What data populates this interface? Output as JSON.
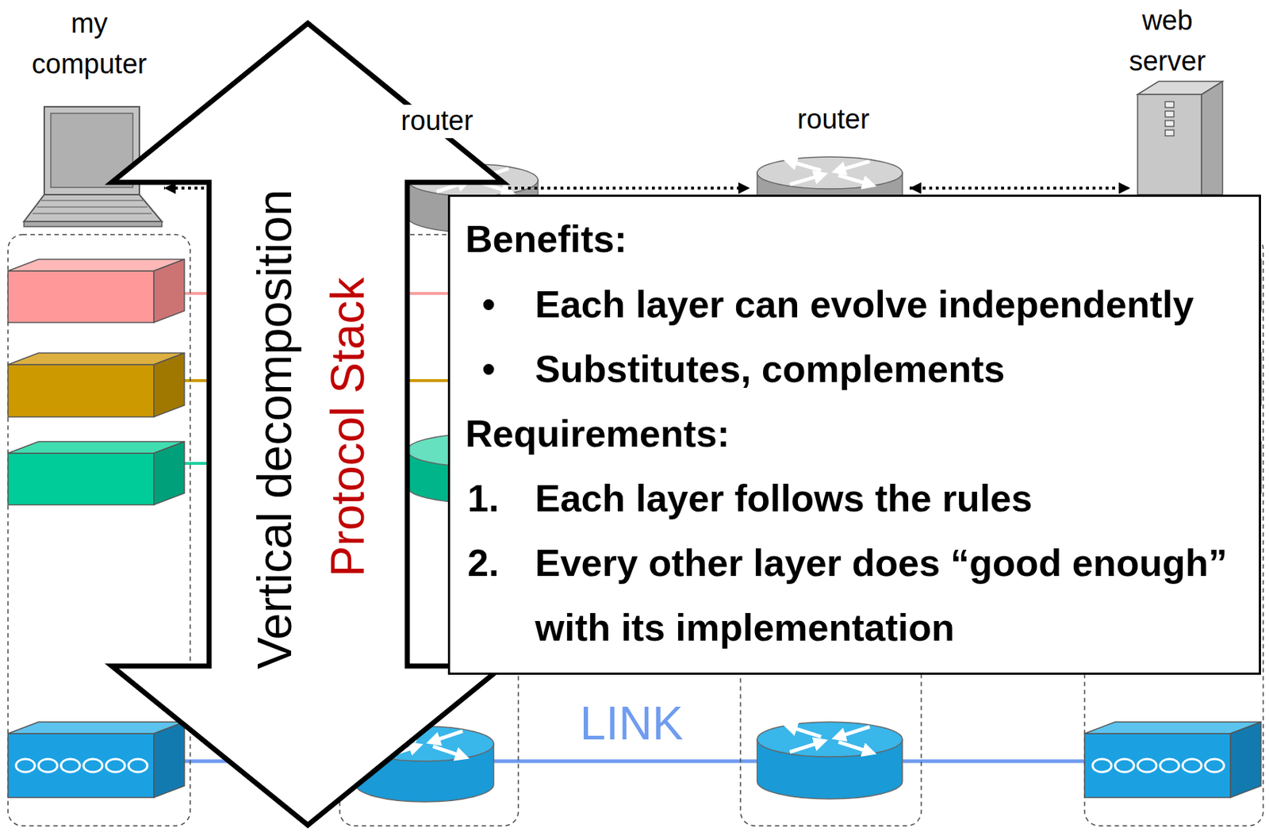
{
  "diagram": {
    "nodes": [
      {
        "text": [
          "my computer"
        ]
      },
      {
        "text": [
          "router"
        ]
      },
      {
        "text": [
          "router"
        ]
      },
      {
        "text": [
          "web server"
        ]
      },
      {
        "text": [
          "Vertical decomposition",
          "Protocol Stack"
        ]
      },
      {
        "text": [
          "Benefits:",
          "•",
          "Each layer can evolve independently",
          "•",
          "Substitutes, complements",
          "Requirements:",
          "1.",
          "Each layer follows the rules",
          "2.",
          "Every other layer does “good enough” with its implementation"
        ]
      }
    ],
    "edges": [
      {
        "from": 1,
        "to": 0,
        "arrow": "to"
      },
      {
        "from": 1,
        "to": 2,
        "arrow": "to"
      },
      {
        "from": 2,
        "to": 3,
        "arrow": "both"
      }
    ],
    "labels": [
      "LINK"
    ]
  }
}
